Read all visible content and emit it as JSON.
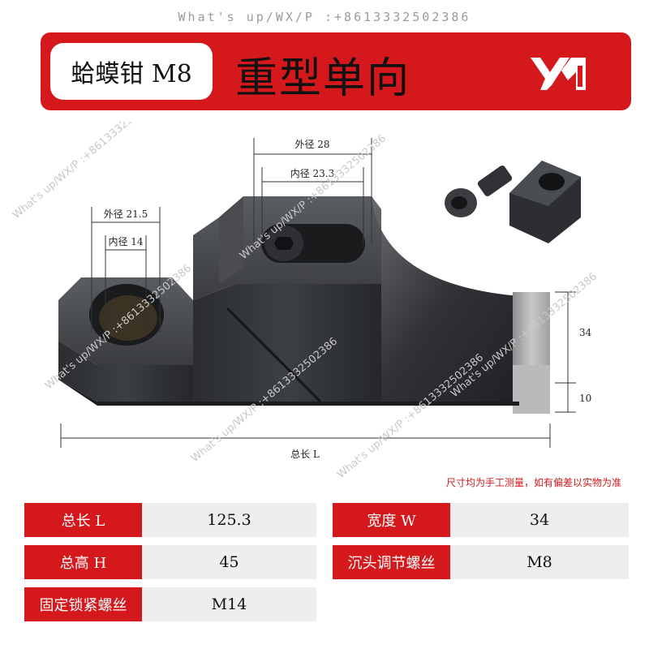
{
  "watermark": {
    "top_text": "What's up/WX/P :+8613332502386",
    "diagonal_text": "What's up/WX/P :+8613332502386"
  },
  "banner": {
    "model": "蛤蟆钳 M8",
    "title": "重型单向",
    "logo_icon": "ykj-logo-icon",
    "color": "#d4181c"
  },
  "dimensions": {
    "outer_diameter_left": "外径 21.5",
    "inner_diameter_left": "内径 14",
    "outer_diameter_right": "外径 28",
    "inner_diameter_right": "内径 23.3",
    "height_upper": "34",
    "height_lower": "10",
    "total_length": "总长 L"
  },
  "note": "尺寸均为手工测量，如有偏差以实物为准",
  "specs": [
    {
      "label": "总长 L",
      "value": "125.3"
    },
    {
      "label": "宽度 W",
      "value": "34"
    },
    {
      "label": "总高 H",
      "value": "45"
    },
    {
      "label": "沉头调节螺丝",
      "value": "M8"
    },
    {
      "label": "固定锁紧螺丝",
      "value": "M14"
    }
  ]
}
